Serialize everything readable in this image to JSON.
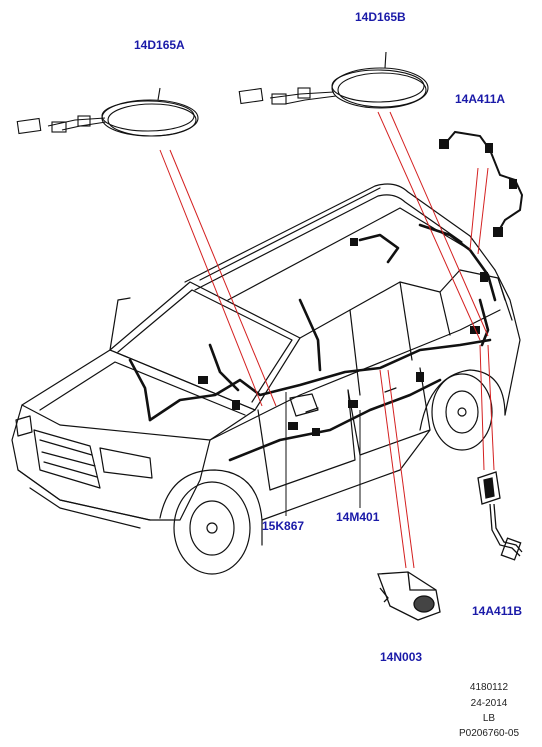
{
  "callouts": {
    "c1": "14D165A",
    "c2": "14D165B",
    "c3": "14A411A",
    "c4": "15K867",
    "c5": "14M401",
    "c6": "14A411B",
    "c7": "14N003"
  },
  "reference": {
    "line1": "4180112",
    "line2": "24-2014",
    "line3": "LB",
    "line4": "P0206760-05"
  },
  "colors": {
    "label": "#1a1aa8",
    "leader": "#d42020",
    "outline": "#111111"
  }
}
